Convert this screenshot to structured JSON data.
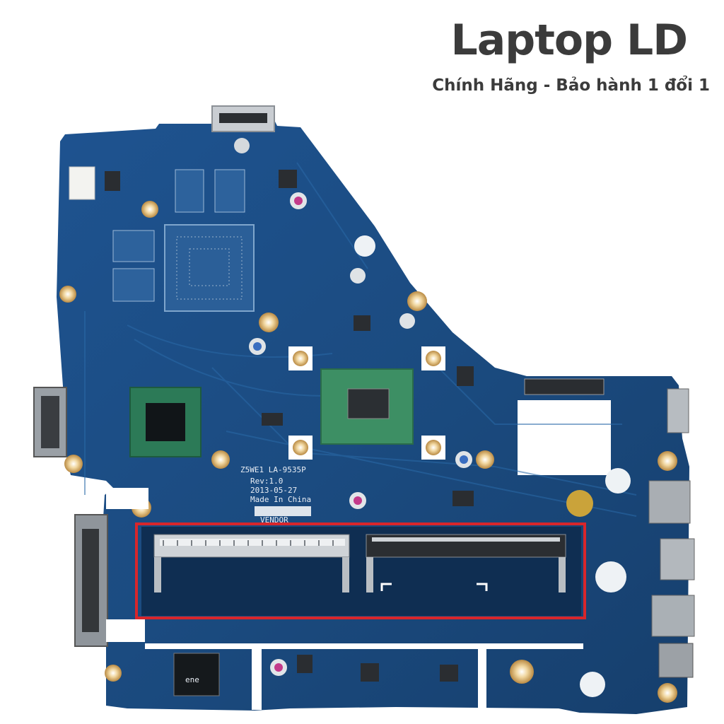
{
  "header": {
    "brand": "Laptop LD",
    "tagline": "Chính Hãng - Bảo hành 1 đổi 1"
  },
  "board": {
    "silkscreen": {
      "model": "Z5WE1 LA-9535P",
      "revision": "Rev:1.0",
      "date": "2013-05-27",
      "origin": "Made In China",
      "vendor": "VENDOR",
      "chip_label": "ene"
    },
    "highlight_color": "#d8262b",
    "pcb_color": "#1d4f86"
  }
}
